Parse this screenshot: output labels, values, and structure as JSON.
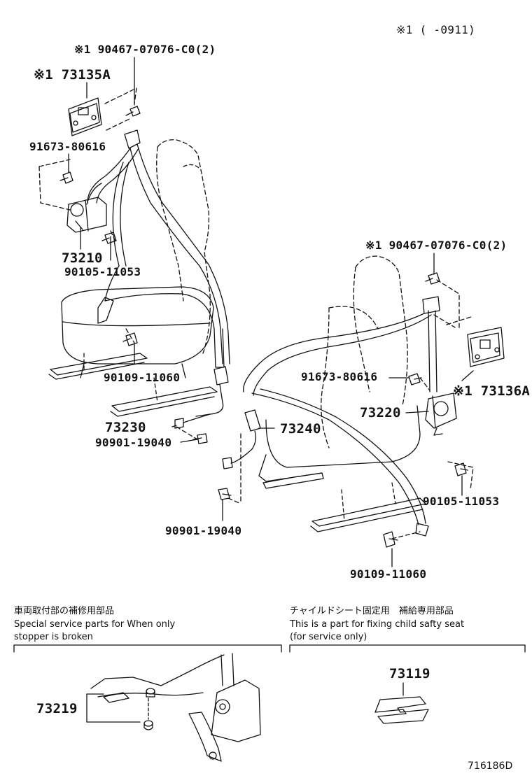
{
  "diagram": {
    "applicability_note": "※1 (     -0911)",
    "drawing_number": "716186D",
    "callouts": {
      "bolt_upper_left": "※1 90467-07076-C0(2)",
      "anchor_cover_left": "※1 73135A",
      "bolt_91673_left": "91673-80616",
      "retractor_left": "73210",
      "bolt_90105_left": "90105-11053",
      "bolt_90109_left": "90109-11060",
      "buckle_73230": "73230",
      "clip_90901_left": "90901-19040",
      "bolt_upper_right": "※1 90467-07076-C0(2)",
      "bolt_91673_right": "91673-80616",
      "anchor_cover_right": "※1 73136A",
      "retractor_right": "73220",
      "buckle_73240": "73240",
      "bolt_90105_right": "90105-11053",
      "clip_90901_right": "90901-19040",
      "bolt_90109_right": "90109-11060",
      "stopper_73219": "73219",
      "child_seat_part": "73119"
    },
    "notes": {
      "left_jp": "車両取付部の補修用部品",
      "left_en_1": "Special service parts for When only",
      "left_en_2": "stopper is broken",
      "right_jp": "チャイルドシート固定用　補給専用部品",
      "right_en_1": "This is a part for fixing child safty seat",
      "right_en_2": "(for service only)"
    }
  }
}
